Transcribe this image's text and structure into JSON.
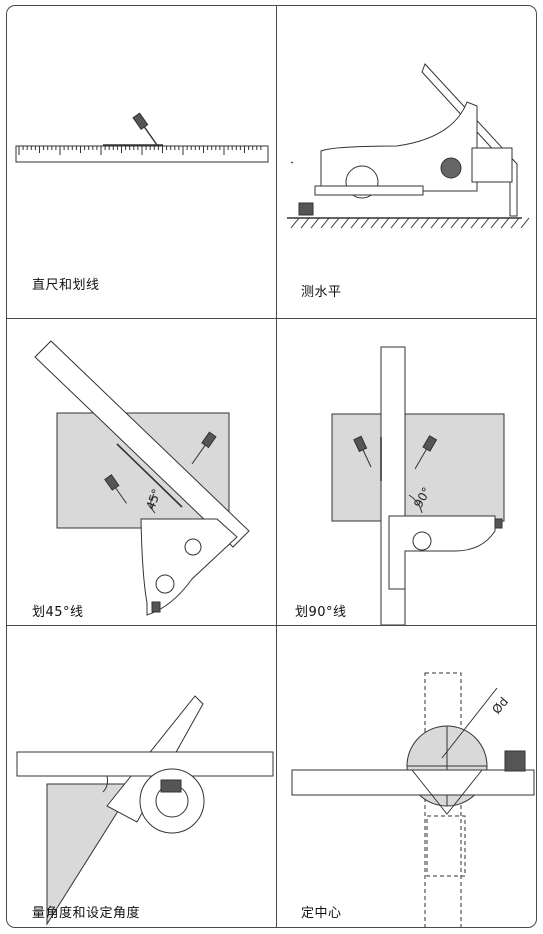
{
  "panels": [
    {
      "id": "ruler-scribing",
      "caption": "直尺和划线"
    },
    {
      "id": "level-measure",
      "caption": "测水平"
    },
    {
      "id": "scribe-45",
      "caption": "划45°线",
      "angle_label": "45°"
    },
    {
      "id": "scribe-90",
      "caption": "划90°线",
      "angle_label": "90°"
    },
    {
      "id": "angle-measure",
      "caption": "量角度和设定角度"
    },
    {
      "id": "find-center",
      "caption": "定中心",
      "diameter_label": "Ød"
    }
  ],
  "colors": {
    "line": "#333333",
    "shade": "#d9d9d9",
    "shade_dark": "#bdbdbd",
    "paper": "#ffffff"
  }
}
